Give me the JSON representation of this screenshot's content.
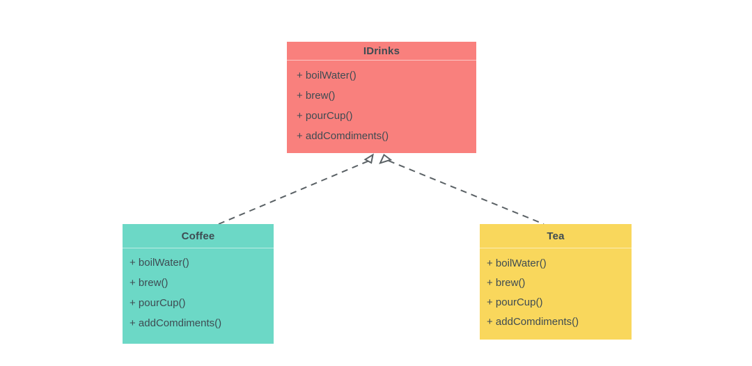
{
  "diagram": {
    "type": "uml-class-diagram",
    "background_color": "#FFFFFF",
    "text_color": "#3E4B52",
    "edge_color": "#5A6165",
    "title": "",
    "classes": [
      {
        "id": "idrinks",
        "name": "IDrinks",
        "stereotype": "interface",
        "color": "#F9807D",
        "members": [
          "+ boilWater()",
          "+ brew()",
          "+ pourCup()",
          "+ addComdiments()"
        ]
      },
      {
        "id": "coffee",
        "name": "Coffee",
        "stereotype": "class",
        "color": "#6CD8C6",
        "members": [
          "+ boilWater()",
          "+ brew()",
          "+ pourCup()",
          "+ addComdiments()"
        ]
      },
      {
        "id": "tea",
        "name": "Tea",
        "stereotype": "class",
        "color": "#F9D75C",
        "members": [
          "+ boilWater()",
          "+ brew()",
          "+ pourCup()",
          "+ addComdiments()"
        ]
      }
    ],
    "relationships": [
      {
        "id": "coffee-to-idrinks",
        "kind": "realization",
        "line_style": "dashed",
        "arrowhead": "hollow-triangle",
        "from": "Coffee",
        "to": "IDrinks",
        "label": ""
      },
      {
        "id": "tea-to-idrinks",
        "kind": "realization",
        "line_style": "dashed",
        "arrowhead": "hollow-triangle",
        "from": "Tea",
        "to": "IDrinks",
        "label": ""
      }
    ]
  }
}
